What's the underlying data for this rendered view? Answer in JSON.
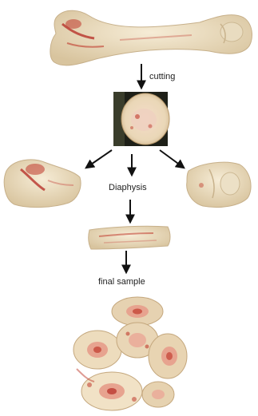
{
  "labels": {
    "cutting": "cutting",
    "diaphysis": "Diaphysis",
    "final_sample": "final sample"
  },
  "colors": {
    "bone": "#efe2c7",
    "bone_shade": "#d9c7a3",
    "blood": "#c0392b",
    "marrow_pink": "#e7a38f",
    "arrow": "#111111",
    "background": "#ffffff"
  }
}
